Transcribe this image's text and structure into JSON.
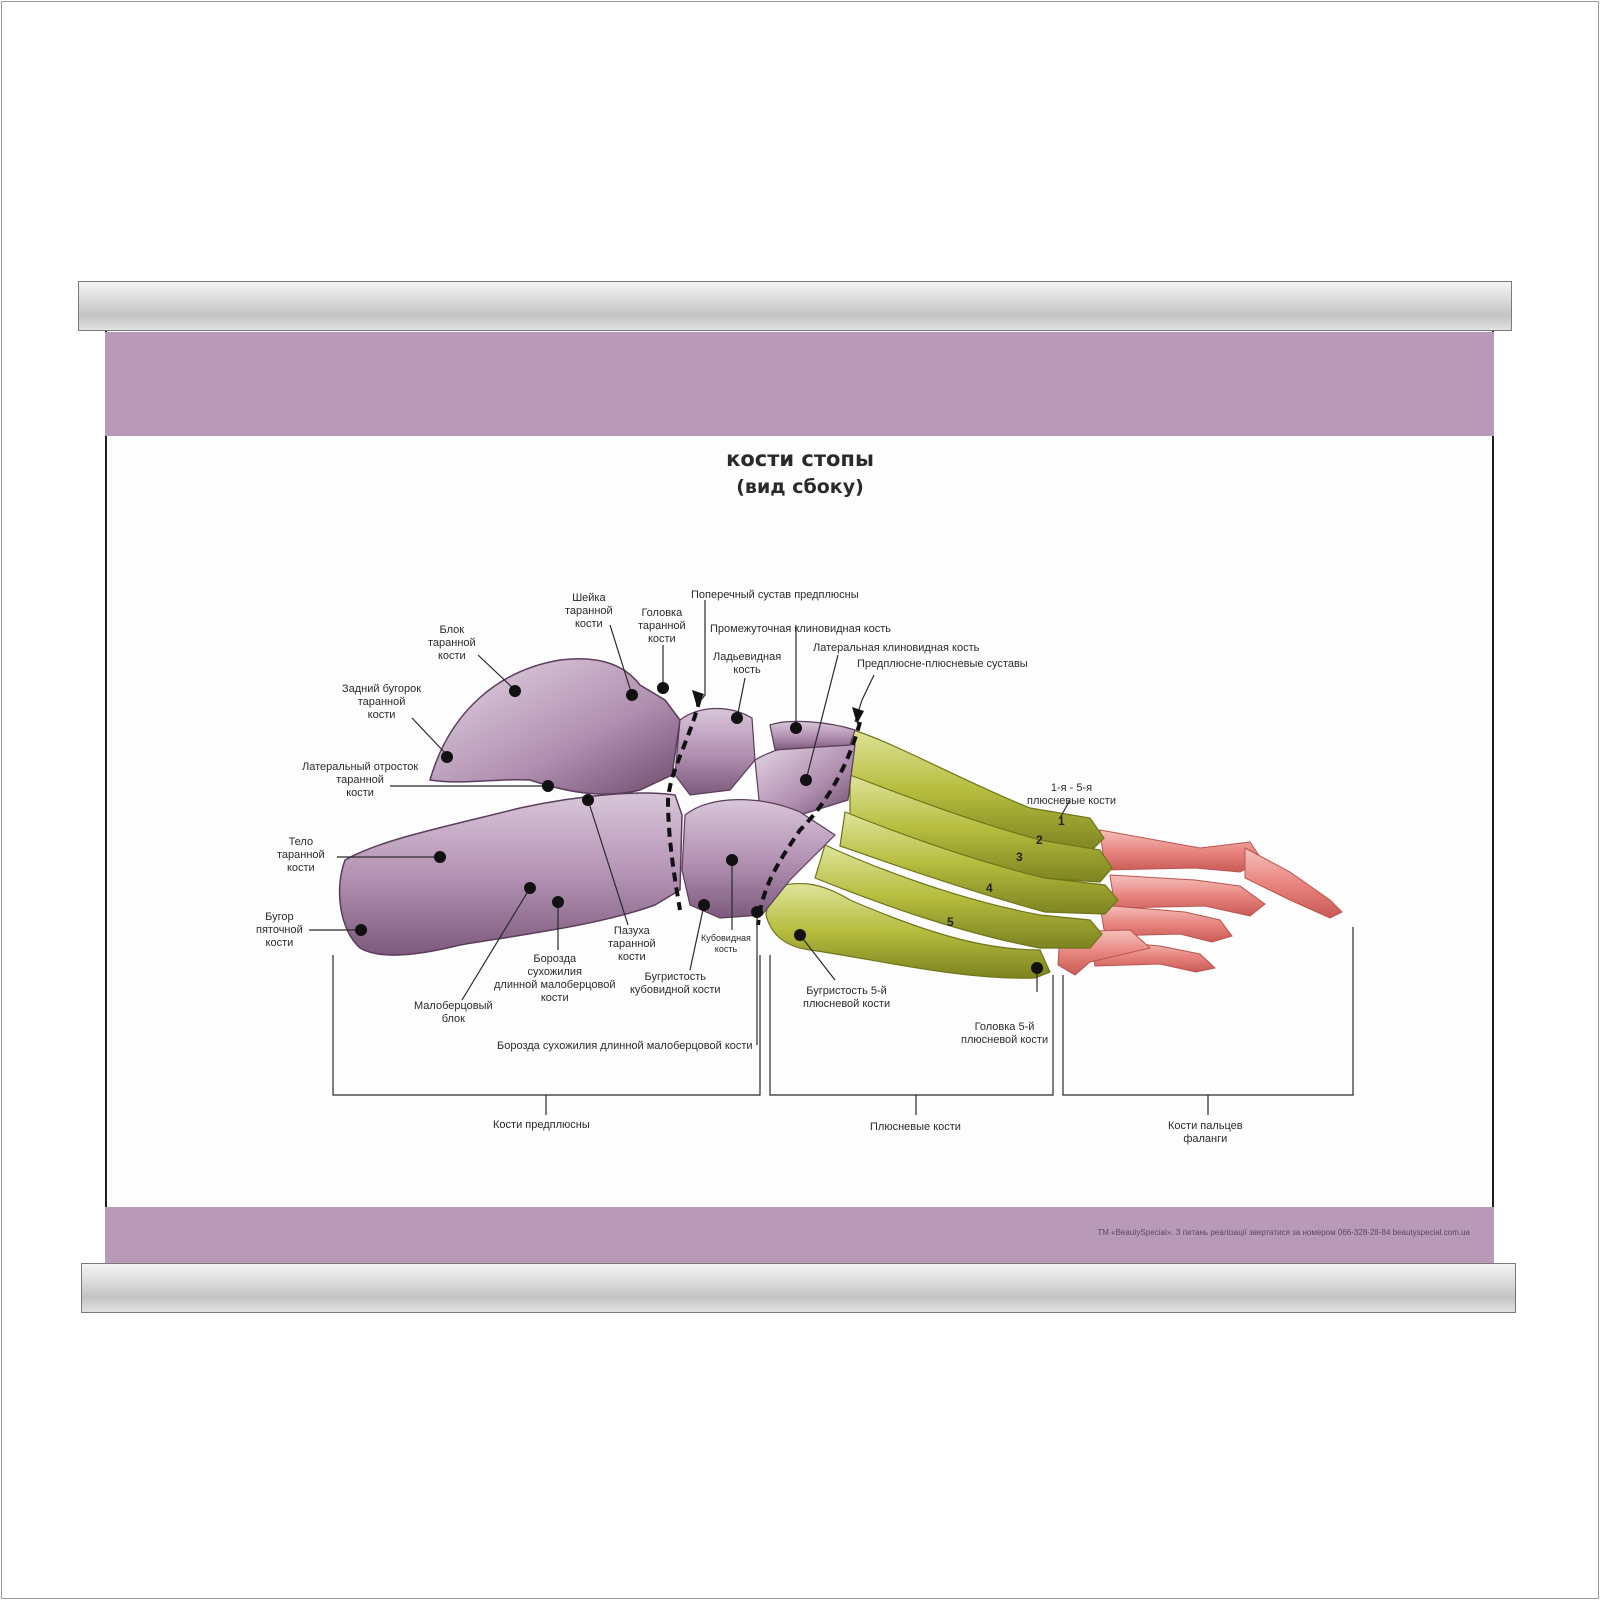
{
  "title": "кости стопы",
  "subtitle": "(вид сбоку)",
  "footer": "ТМ «BeautySpecial». З питань реалізації звертатися за номером 066-328-28-84  beautyspecial.com.ua",
  "colors": {
    "band": "#b899b8",
    "tarsal": "#a886a8",
    "metatarsal": "#b3bb3a",
    "phalanx": "#e8857f"
  },
  "labels": {
    "transverse_joint": "Поперечный сустав предплюсны",
    "intermediate_cuneiform": "Промежуточная клиновидная кость",
    "lateral_cuneiform": "Латеральная клиновидная кость",
    "tarsometatarsal_joints": "Предплюсне-плюсневые суставы",
    "talus_neck": "Шейка\nтаранной\nкости",
    "talus_head": "Головка\nтаранной\nкости",
    "navicular": "Ладьевидная\nкость",
    "talus_trochlea": "Блок\nтаранной\nкости",
    "posterior_process": "Задний бугорок\nтаранной\nкости",
    "lateral_process": "Латеральный отросток\nтаранной\nкости",
    "talus_body": "Тело\nтаранной\nкости",
    "calcaneal_tuber": "Бугор\nпяточной\nкости",
    "peroneal_trochlea": "Малоберцовый\nблок",
    "peroneus_groove_calc": "Борозда\nсухожилия\nдлинной малоберцовой\nкости",
    "sinus_tarsi": "Пазуха\nтаранной\nкости",
    "cuboid": "Кубовидная\nкость",
    "cuboid_tuberosity": "Бугристость\nкубовидной кости",
    "peroneus_groove_cuboid": "Борозда сухожилия длинной малоберцовой кости",
    "metatarsals_1_5": "1-я - 5-я\nплюсневые кости",
    "fifth_tuberosity": "Бугристость 5-й\nплюсневой кости",
    "fifth_head": "Головка 5-й\nплюсневой кости",
    "group_tarsals": "Кости предплюсны",
    "group_metatarsals": "Плюсневые кости",
    "group_phalanges": "Кости пальцев\nфаланги"
  },
  "metatarsal_numbers": [
    "1",
    "2",
    "3",
    "4",
    "5"
  ]
}
